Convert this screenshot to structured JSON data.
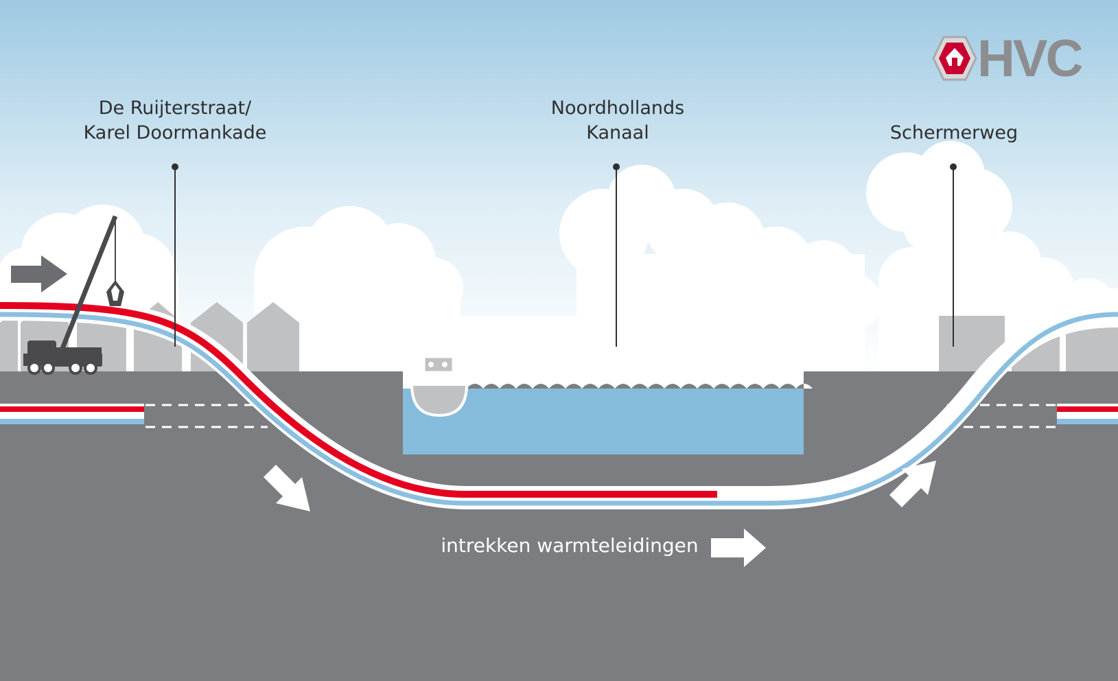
{
  "labels": {
    "left_line1": "De Ruijterstraat/",
    "left_line2": "Karel Doormankade",
    "middle_line1": "Noordhollands",
    "middle_line2": "Kanaal",
    "right": "Schermerweg"
  },
  "caption": "intrekken warmteleidingen",
  "logo": {
    "text": "HVC"
  },
  "icons": [
    "crane-icon",
    "boat-icon",
    "arrow-right-icon",
    "arrow-down-right-icon",
    "arrow-up-right-icon",
    "hvc-logo-icon"
  ],
  "colors": {
    "sky_top": "#9ec9e2",
    "sky_bottom": "#ffffff",
    "ground": "#7c7d80",
    "water": "#86bcdb",
    "supply_pipe": "#e4001f",
    "return_pipe": "#8bbfe0",
    "buildings": "#c0c1c2",
    "logo_accent": "#c9002f"
  }
}
